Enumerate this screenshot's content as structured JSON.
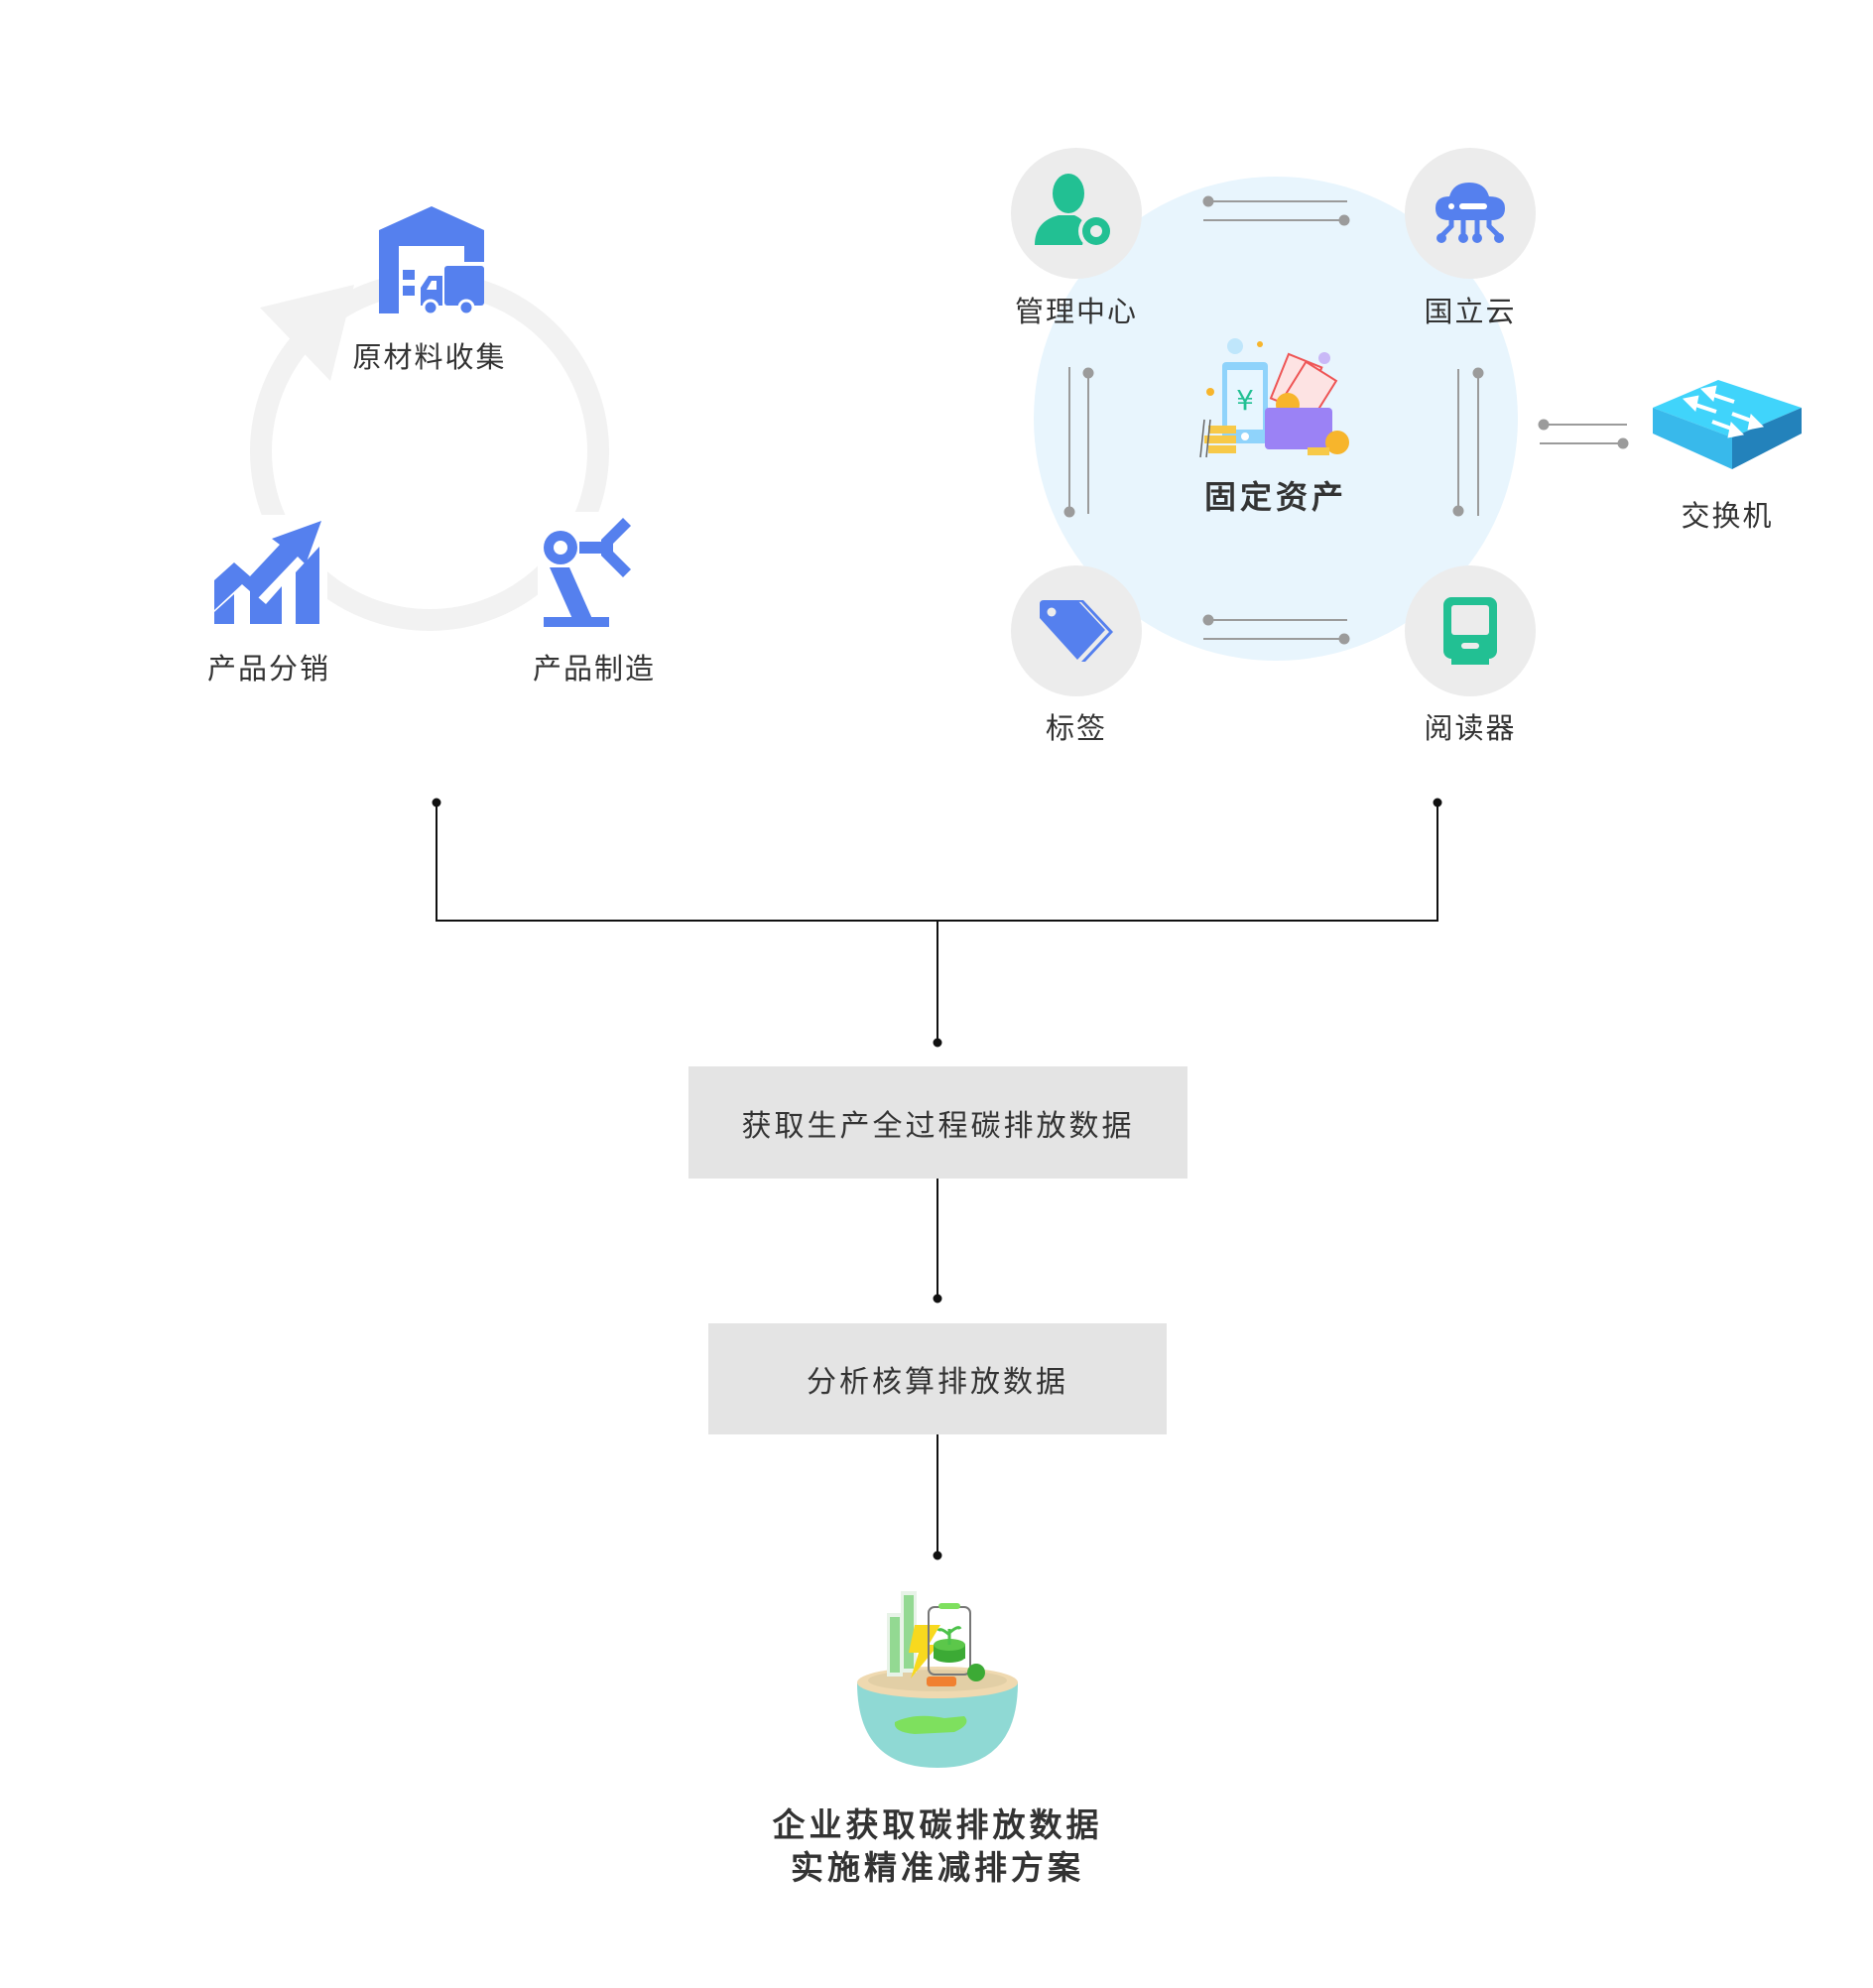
{
  "cycle": {
    "nodes": [
      {
        "label": "原材料收集",
        "icon": "warehouse-truck-icon"
      },
      {
        "label": "产品制造",
        "icon": "robot-arm-icon"
      },
      {
        "label": "产品分销",
        "icon": "growth-chart-icon"
      }
    ],
    "accent_color": "#5580ee",
    "ring_color": "#f2f2f2"
  },
  "network": {
    "center": {
      "label": "固定资产",
      "icon": "fixed-assets-illustration"
    },
    "nodes": [
      {
        "label": "管理中心",
        "icon": "user-settings-icon",
        "color": "#22c093"
      },
      {
        "label": "国立云",
        "icon": "cloud-network-icon",
        "color": "#5580ee"
      },
      {
        "label": "标签",
        "icon": "tag-icon",
        "color": "#5580ee"
      },
      {
        "label": "阅读器",
        "icon": "reader-device-icon",
        "color": "#22c093"
      }
    ],
    "switch": {
      "label": "交换机",
      "icon": "network-switch-icon"
    },
    "bg_color": "#e8f5fd"
  },
  "flow": {
    "steps": [
      {
        "label": "获取生产全过程碳排放数据"
      },
      {
        "label": "分析核算排放数据"
      }
    ],
    "result": {
      "icon": "green-earth-illustration",
      "lines": [
        "企业获取碳排放数据",
        "实施精准减排方案"
      ]
    }
  }
}
